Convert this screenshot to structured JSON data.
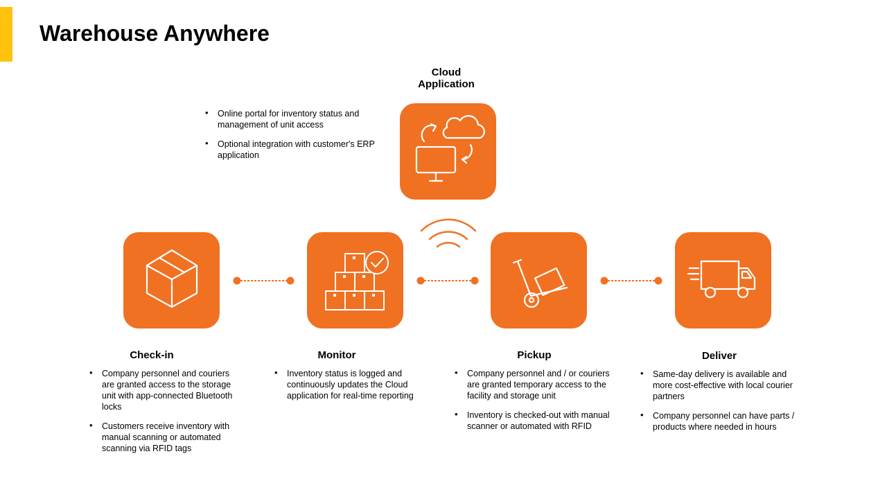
{
  "title": "Warehouse Anywhere",
  "colors": {
    "accent": "#FFC20E",
    "tile": "#F07122",
    "connector": "#F07122"
  },
  "cloud": {
    "title_line1": "Cloud",
    "title_line2": "Application",
    "icon": "cloud-sync-monitor-icon",
    "bullets": [
      "Online portal for inventory status and management of unit access",
      "Optional integration with customer's ERP application"
    ]
  },
  "stages": [
    {
      "title": "Check-in",
      "icon": "box-icon",
      "bullets": [
        "Company personnel and couriers are granted access to the storage unit with app-connected Bluetooth locks",
        "Customers receive inventory with manual scanning or automated scanning via RFID tags"
      ]
    },
    {
      "title": "Monitor",
      "icon": "stacked-boxes-check-icon",
      "bullets": [
        "Inventory status is logged and continuously updates the Cloud application for real-time reporting"
      ]
    },
    {
      "title": "Pickup",
      "icon": "hand-truck-icon",
      "bullets": [
        "Company personnel and / or couriers are granted temporary access to the facility and storage unit",
        "Inventory is checked-out with manual scanner or automated with RFID"
      ]
    },
    {
      "title": "Deliver",
      "icon": "delivery-truck-icon",
      "bullets": [
        "Same-day delivery is available and more cost-effective with local courier partners",
        "Company personnel can have parts / products where needed in hours"
      ]
    }
  ]
}
